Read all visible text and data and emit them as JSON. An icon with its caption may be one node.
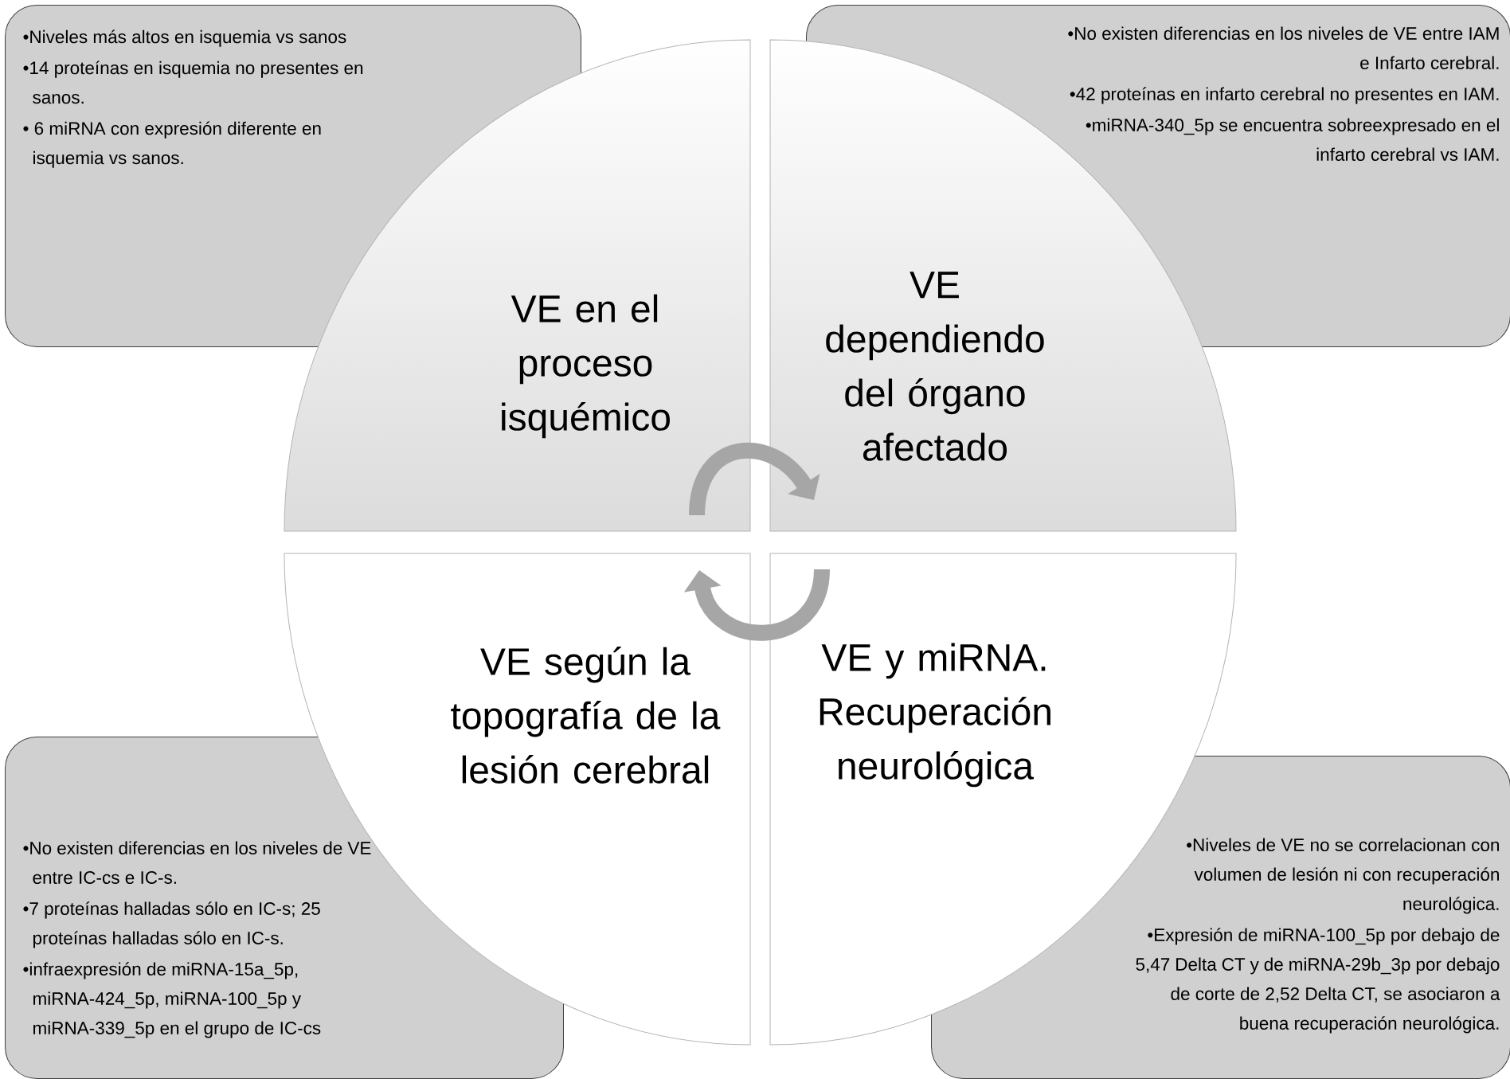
{
  "diagram": {
    "nodes": [
      {
        "text": [
          "•Niveles más altos en isquemia vs sanos",
          "•14 proteínas en isquemia no presentes en sanos.",
          "• 6 miRNA con expresión diferente en isquemia vs sanos."
        ]
      },
      {
        "text": [
          "•No existen diferencias en los niveles de VE entre IAM e Infarto cerebral.",
          "•42 proteínas en infarto cerebral no presentes en IAM.",
          "•miRNA-340_5p se encuentra sobreexpresado en el infarto cerebral vs IAM."
        ]
      },
      {
        "text": [
          "VE en el proceso isquémico"
        ]
      },
      {
        "text": [
          "VE dependiendo del órgano afectado"
        ]
      },
      {
        "text": [
          "VE según la topografía de la lesión cerebral"
        ]
      },
      {
        "text": [
          "VE y miRNA. Recuperación neurológica"
        ]
      },
      {
        "text": [
          "•No existen diferencias en los niveles de VE entre IC-cs e IC-s.",
          "•7 proteínas halladas sólo en IC-s; 25 proteínas halladas sólo en IC-s.",
          "•infraexpresión de miRNA-15a_5p, miRNA-424_5p, miRNA-100_5p y miRNA-339_5p en el grupo de IC-cs"
        ]
      },
      {
        "text": [
          "•Niveles de VE no se correlacionan con volumen de lesión ni con recuperación neurológica.",
          "•Expresión de miRNA-100_5p por debajo de 5,47 Delta CT y de miRNA-29b_3p por debajo de corte de 2,52 Delta CT, se asociaron a buena recuperación neurológica."
        ]
      }
    ],
    "edges": [
      {
        "from": 2,
        "to": 3,
        "arrow": "to"
      },
      {
        "from": 5,
        "to": 4,
        "arrow": "to"
      }
    ]
  }
}
